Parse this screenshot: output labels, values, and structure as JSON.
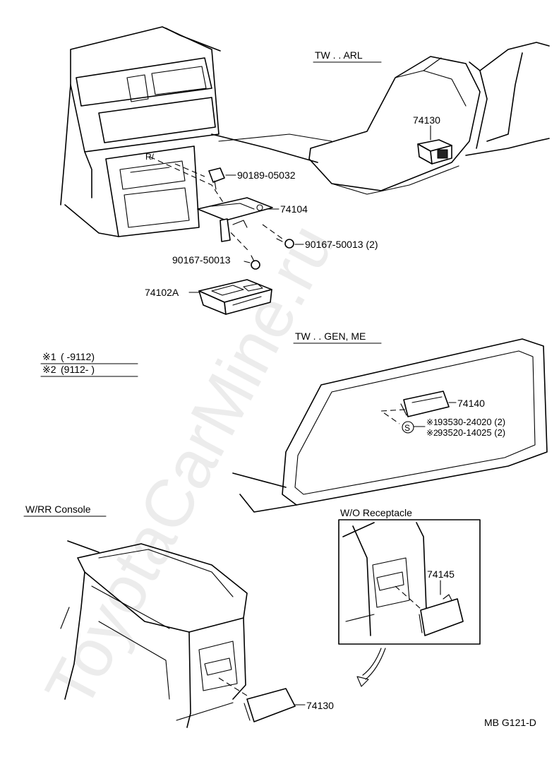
{
  "watermark": "ToyotaCarMine.ru",
  "sections": {
    "arl": "TW . . ARL",
    "gen_me": "TW . . GEN, ME",
    "rr_console": "W/RR Console",
    "wo_receptacle": "W/O Receptacle"
  },
  "legend": {
    "note1_mark": "※1",
    "note1_range": "(        -9112)",
    "note2_mark": "※2",
    "note2_range": "(9112-         )"
  },
  "parts": {
    "p90189": "90189-05032",
    "p74104": "74104",
    "p90167_right": "90167-50013 (2)",
    "p90167_left": "90167-50013",
    "p74102a": "74102A",
    "p74130_seat": "74130",
    "p74140": "74140",
    "p93530": "93530-24020 (2)",
    "p93520": "93520-14025 (2)",
    "p74145": "74145",
    "p74130_console": "74130",
    "screw_mark1": "※1",
    "screw_mark2": "※2",
    "screw_symbol": "S"
  },
  "reference": "MB G121-D"
}
